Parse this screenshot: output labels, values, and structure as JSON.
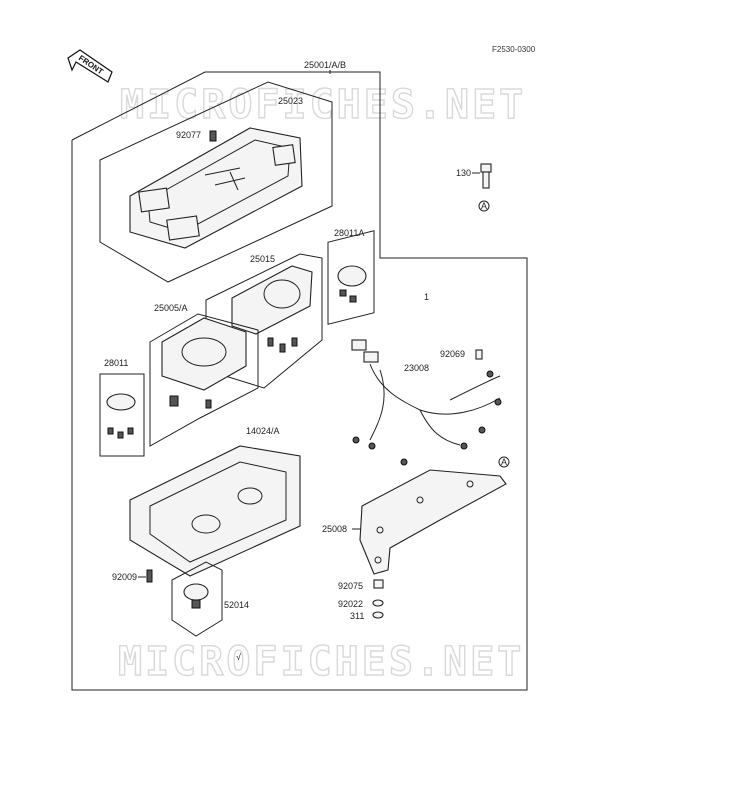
{
  "diagram": {
    "code": "F2530-0300",
    "front_arrow": "FRONT",
    "watermarks": [
      "MICROFICHES.NET",
      "MICROFICHES.NET"
    ],
    "group_mark": "1",
    "check_mark": "√",
    "parts": [
      {
        "id": "25001/A/B"
      },
      {
        "id": "25023"
      },
      {
        "id": "92077"
      },
      {
        "id": "130"
      },
      {
        "id": "28011A"
      },
      {
        "id": "25015"
      },
      {
        "id": "25005/A"
      },
      {
        "id": "28011"
      },
      {
        "id": "92069"
      },
      {
        "id": "23008"
      },
      {
        "id": "14024/A"
      },
      {
        "id": "25008"
      },
      {
        "id": "92009"
      },
      {
        "id": "52014"
      },
      {
        "id": "92075"
      },
      {
        "id": "92022"
      },
      {
        "id": "311"
      }
    ],
    "ref_marker": "A"
  }
}
